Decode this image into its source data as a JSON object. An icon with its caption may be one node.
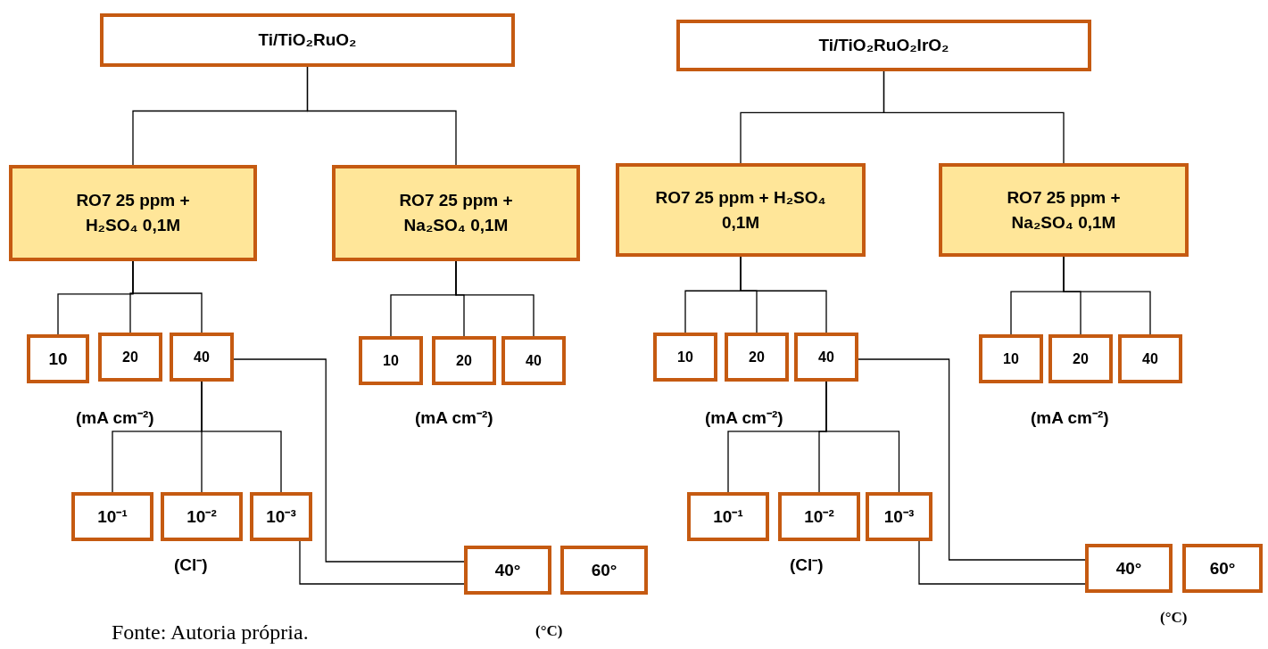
{
  "diagram": {
    "caption": "Fonte: Autoria própria.",
    "nodes": [
      {
        "text": [
          "Ti/TiO₂RuO₂"
        ]
      },
      {
        "text": [
          "RO7 25 ppm + H₂SO₄ 0,1M"
        ]
      },
      {
        "text": [
          "RO7 25 ppm + Na₂SO₄ 0,1M"
        ]
      },
      {
        "text": [
          "10"
        ]
      },
      {
        "text": [
          "20"
        ]
      },
      {
        "text": [
          "40"
        ]
      },
      {
        "text": [
          "10"
        ]
      },
      {
        "text": [
          "20"
        ]
      },
      {
        "text": [
          "40"
        ]
      },
      {
        "text": [
          "10⁻¹"
        ]
      },
      {
        "text": [
          "10⁻²"
        ]
      },
      {
        "text": [
          "10⁻³"
        ]
      },
      {
        "text": [
          "40°"
        ]
      },
      {
        "text": [
          "60°"
        ]
      },
      {
        "text": [
          "Ti/TiO₂RuO₂IrO₂"
        ]
      },
      {
        "text": [
          "RO7 25 ppm + H₂SO₄ 0,1M"
        ]
      },
      {
        "text": [
          "RO7 25 ppm + Na₂SO₄ 0,1M"
        ]
      },
      {
        "text": [
          "10"
        ]
      },
      {
        "text": [
          "20"
        ]
      },
      {
        "text": [
          "40"
        ]
      },
      {
        "text": [
          "10"
        ]
      },
      {
        "text": [
          "20"
        ]
      },
      {
        "text": [
          "40"
        ]
      },
      {
        "text": [
          "10⁻¹"
        ]
      },
      {
        "text": [
          "10⁻²"
        ]
      },
      {
        "text": [
          "10⁻³"
        ]
      },
      {
        "text": [
          "40°"
        ]
      },
      {
        "text": [
          "60°"
        ]
      }
    ],
    "edges": [
      {
        "from": 0,
        "to": 1,
        "arrow": "none"
      },
      {
        "from": 0,
        "to": 2,
        "arrow": "none"
      },
      {
        "from": 1,
        "to": 3,
        "arrow": "none"
      },
      {
        "from": 1,
        "to": 4,
        "arrow": "none"
      },
      {
        "from": 1,
        "to": 5,
        "arrow": "none"
      },
      {
        "from": 2,
        "to": 6,
        "arrow": "none"
      },
      {
        "from": 2,
        "to": 7,
        "arrow": "none"
      },
      {
        "from": 2,
        "to": 8,
        "arrow": "none"
      },
      {
        "from": 5,
        "to": 9,
        "arrow": "none"
      },
      {
        "from": 5,
        "to": 10,
        "arrow": "none"
      },
      {
        "from": 5,
        "to": 11,
        "arrow": "none"
      },
      {
        "from": 5,
        "to": 12,
        "arrow": "none"
      },
      {
        "from": 11,
        "to": 12,
        "arrow": "none"
      },
      {
        "from": 14,
        "to": 15,
        "arrow": "none"
      },
      {
        "from": 14,
        "to": 16,
        "arrow": "none"
      },
      {
        "from": 15,
        "to": 17,
        "arrow": "none"
      },
      {
        "from": 15,
        "to": 18,
        "arrow": "none"
      },
      {
        "from": 15,
        "to": 19,
        "arrow": "none"
      },
      {
        "from": 16,
        "to": 20,
        "arrow": "none"
      },
      {
        "from": 16,
        "to": 21,
        "arrow": "none"
      },
      {
        "from": 16,
        "to": 22,
        "arrow": "none"
      },
      {
        "from": 19,
        "to": 23,
        "arrow": "none"
      },
      {
        "from": 19,
        "to": 24,
        "arrow": "none"
      },
      {
        "from": 19,
        "to": 25,
        "arrow": "none"
      },
      {
        "from": 19,
        "to": 26,
        "arrow": "none"
      },
      {
        "from": 25,
        "to": 26,
        "arrow": "none"
      }
    ],
    "labels": [
      "(mA cm⁻²)",
      "(mA cm⁻²)",
      "(mA cm⁻²)",
      "(mA cm⁻²)",
      "(Cl⁻)",
      "(Cl⁻)",
      "(°C)",
      "(°C)"
    ]
  }
}
